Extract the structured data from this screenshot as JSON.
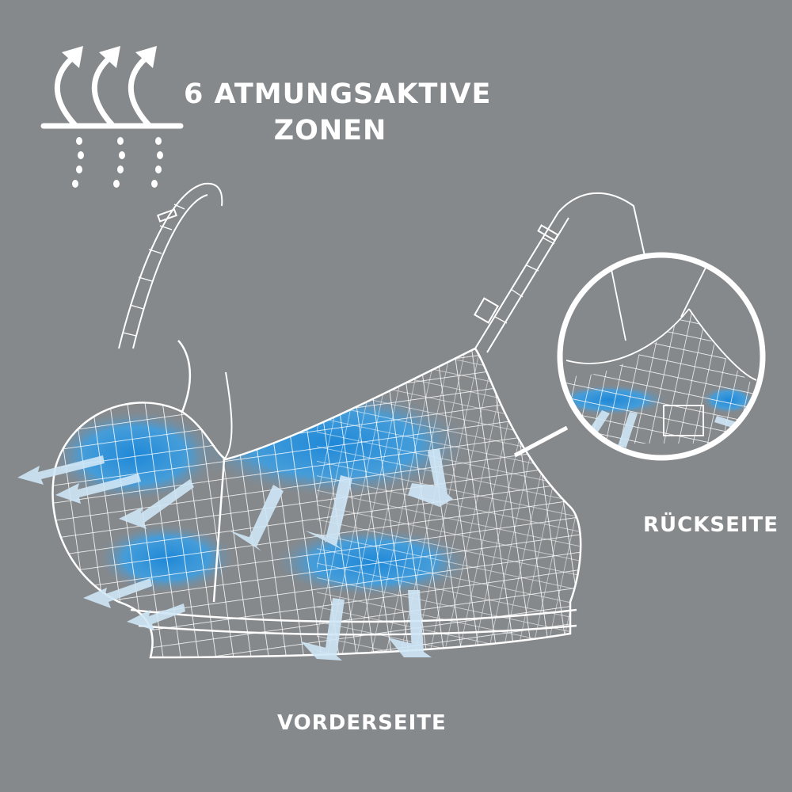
{
  "headline": {
    "line1": "6 ATMUNGSAKTIVE",
    "line2": "ZONEN"
  },
  "labels": {
    "back": "RÜCKSEITE",
    "front": "VORDERSEITE"
  },
  "icons": {
    "breathable": "breathable-fabric-icon",
    "garment": "bra-wireframe-illustration",
    "magnifier": "back-view-magnifier-circle"
  },
  "colors": {
    "background": "#86898c",
    "text": "#ffffff",
    "zone_blue": "#1e88d8",
    "arrow_blue": "#cfe7f7"
  }
}
